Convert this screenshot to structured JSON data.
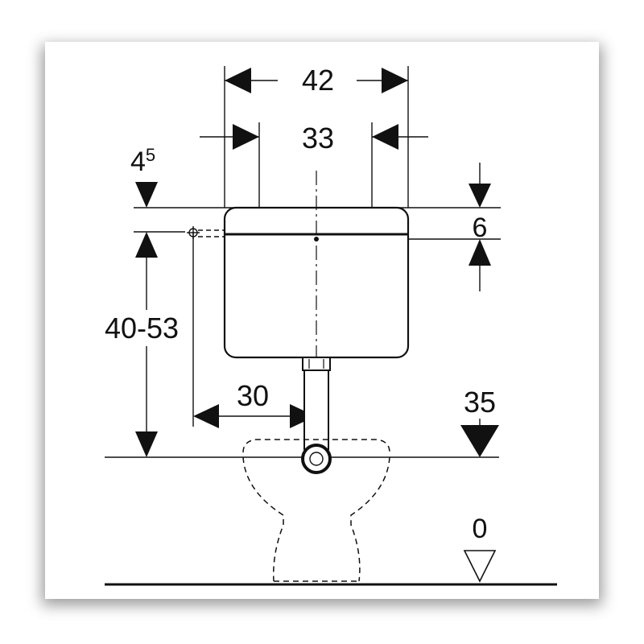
{
  "dimensions": {
    "total_width": "42",
    "inner_width": "33",
    "top_gap_base": "4",
    "top_gap_sup": "5",
    "lid_height": "6",
    "mount_height": "40-53",
    "pipe_offset": "30",
    "bowl_height": "35",
    "floor_level": "0"
  },
  "colors": {
    "frame_shadow": "#8a8a8a",
    "paper": "#ffffff",
    "ink": "#111111"
  }
}
